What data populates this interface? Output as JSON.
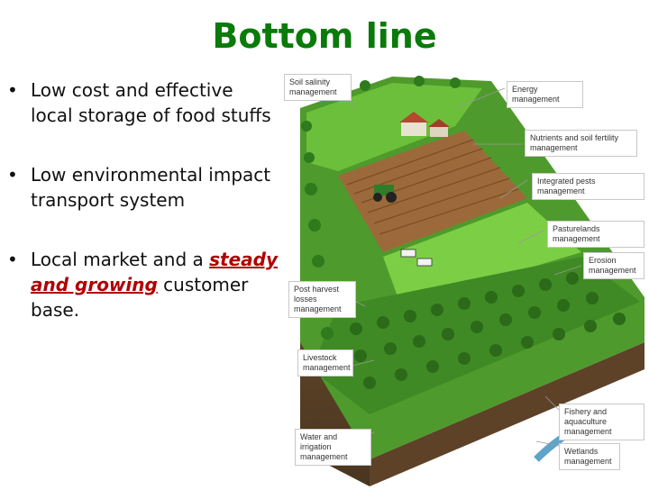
{
  "slide": {
    "title": "Bottom line",
    "bullets": [
      {
        "text": "Low cost and effective local storage of food stuffs"
      },
      {
        "text": "Low environmental impact transport system"
      },
      {
        "pre": "Local market and a ",
        "emph": "steady and growing",
        "post": " customer base."
      }
    ],
    "bullet_glyph": "•"
  },
  "diagram": {
    "labels": {
      "soil_salinity": "Soil salinity management",
      "energy": "Energy management",
      "nutrients": "Nutrients and soil fertility management",
      "pests": "Integrated pests management",
      "pasturelands": "Pasturelands management",
      "erosion": "Erosion management",
      "post_harvest": "Post harvest losses management",
      "livestock": "Livestock management",
      "fishery": "Fishery and aquaculture management",
      "water": "Water and irrigation management",
      "wetlands": "Wetlands management"
    }
  }
}
